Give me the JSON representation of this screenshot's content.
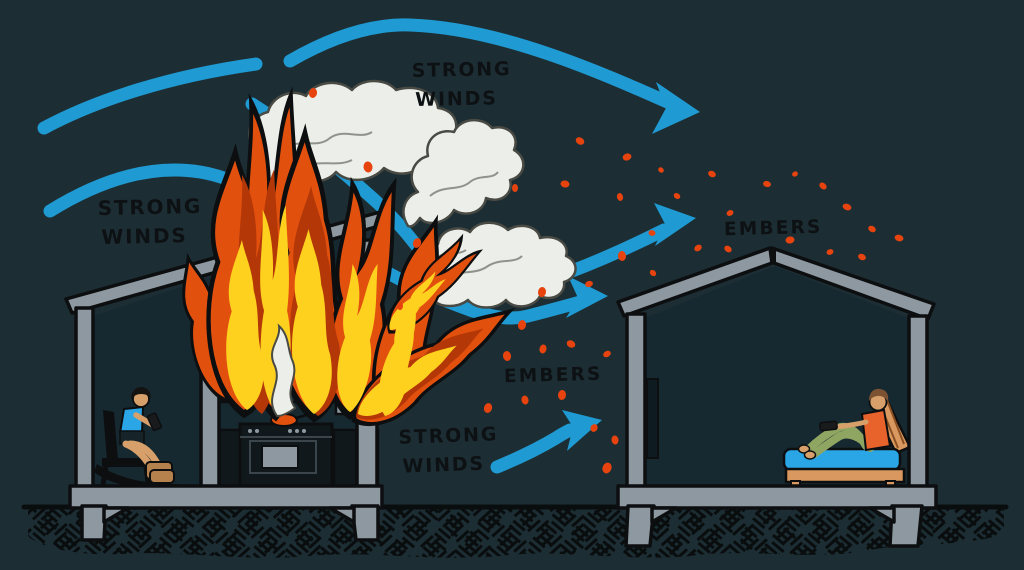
{
  "annotations": {
    "wind_top": {
      "line1": "STRONG",
      "line2": "WINDS"
    },
    "wind_left": {
      "line1": "STRONG",
      "line2": "WINDS"
    },
    "wind_bottom": {
      "line1": "STRONG",
      "line2": "WINDS"
    },
    "embers_middle": {
      "label": "EMBERS"
    },
    "embers_right": {
      "label": "EMBERS"
    }
  },
  "colors": {
    "background": "#1c2e34",
    "windBlue": "#1f9ad2",
    "emberRed": "#e6430f",
    "flameOrange": "#e2500e",
    "flameDeep": "#b43708",
    "flameYellow": "#ffd11f",
    "smokeWhite": "#ecefe9",
    "smokeOutline": "#4a4a44",
    "smokeLine": "#90938c",
    "houseGray": "#8d98a0",
    "outlineBlack": "#0c0e10",
    "interiorDark": "#172930",
    "labelBlack": "#0d1113",
    "groundHatch": "#0a0d0e",
    "bedBlue": "#2aa6e6",
    "woodTan": "#d9985f",
    "woodDark": "#8a4f22",
    "shirtBlue": "#2aa6e6",
    "shirtOrange": "#e8622b",
    "pantsGreen": "#8fa562",
    "skinTan": "#d7a06b",
    "bootBrown": "#b5824e",
    "hairBrown": "#7d5233",
    "stoveDark": "#10181c",
    "cabinetDark": "#1d2f37"
  }
}
